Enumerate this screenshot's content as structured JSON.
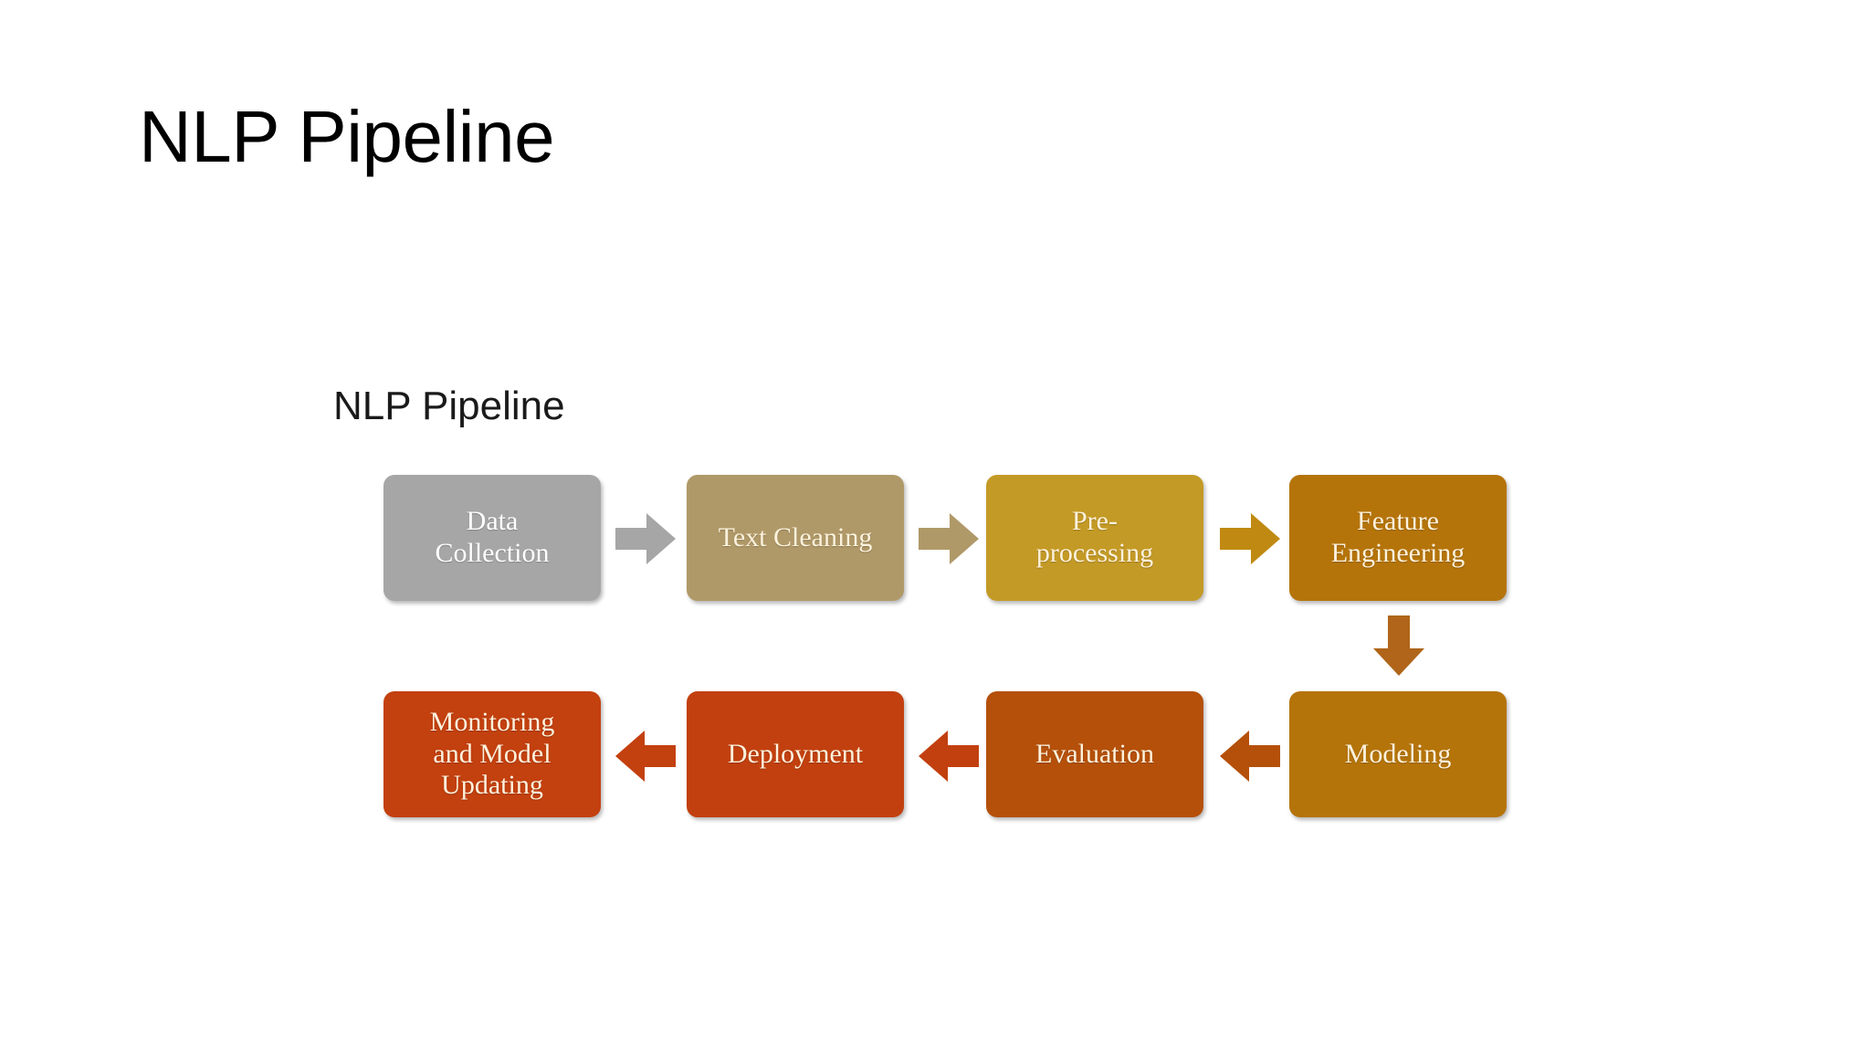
{
  "slide": {
    "title": "NLP Pipeline",
    "background_color": "#ffffff",
    "title_color": "#000000"
  },
  "diagram": {
    "title": "NLP Pipeline",
    "type": "process-flow",
    "text_color": "#fdf2dd",
    "rows": [
      {
        "direction": "left-to-right",
        "steps": [
          {
            "label": "Data\nCollection",
            "color": "#a6a6a6",
            "order": 1
          },
          {
            "label": "Text Cleaning",
            "color": "#b09968",
            "order": 2
          },
          {
            "label": "Pre-\nprocessing",
            "color": "#c49a26",
            "order": 3
          },
          {
            "label": "Feature\nEngineering",
            "color": "#b5740a",
            "order": 4
          }
        ],
        "connectors": [
          {
            "shape": "arrow-right",
            "color": "#a6a6a6"
          },
          {
            "shape": "arrow-right",
            "color": "#b09968"
          },
          {
            "shape": "arrow-right",
            "color": "#c08a12"
          }
        ]
      },
      {
        "direction": "right-to-left",
        "steps": [
          {
            "label": "Monitoring\nand Model\nUpdating",
            "color": "#c3400f",
            "order": 8
          },
          {
            "label": "Deployment",
            "color": "#c2400f",
            "order": 7
          },
          {
            "label": "Evaluation",
            "color": "#b5500a",
            "order": 6
          },
          {
            "label": "Modeling",
            "color": "#b5740a",
            "order": 5
          }
        ],
        "connectors": [
          {
            "shape": "arrow-left",
            "color": "#c3400f"
          },
          {
            "shape": "arrow-left",
            "color": "#c2400f"
          },
          {
            "shape": "arrow-left",
            "color": "#b5500a"
          }
        ]
      }
    ],
    "row_connector": {
      "shape": "arrow-down",
      "color": "#b0651a"
    }
  }
}
